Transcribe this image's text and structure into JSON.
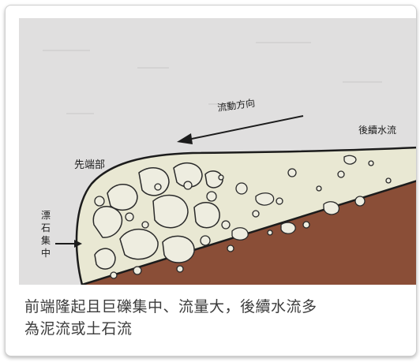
{
  "diagram": {
    "flow_direction_label": "流動方向",
    "following_water_label": "後續水流",
    "front_label": "先端部",
    "boulder_concentration_label": [
      "漂",
      "石",
      "集",
      "中"
    ],
    "colors": {
      "sky": "#e0dfdf",
      "ground": "#8a4e37",
      "flow_body": "#e9e8d3",
      "outline": "#1c1c1c"
    }
  },
  "caption": {
    "line1": "前端隆起且巨礫集中、流量大，後續水流多",
    "line2": "為泥流或土石流"
  }
}
